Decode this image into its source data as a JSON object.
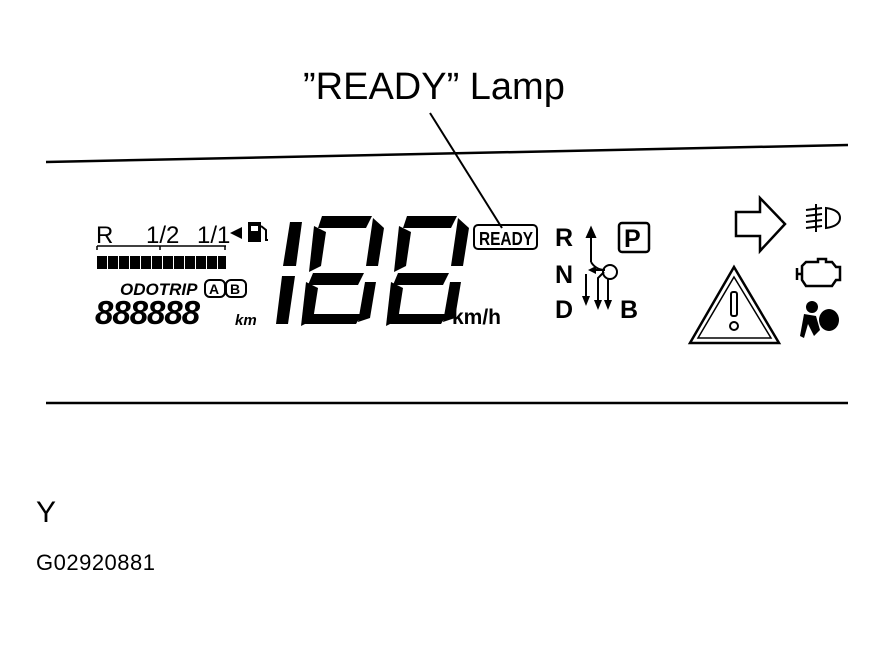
{
  "callout": {
    "label": "”READY” Lamp"
  },
  "cluster": {
    "fuel_scale": {
      "r": "R",
      "half": "1/2",
      "full": "1/1"
    },
    "odotrip": {
      "label": "ODOTRIP",
      "a": "A",
      "b": "B"
    },
    "odometer": {
      "digits": "888888",
      "unit": "km"
    },
    "speedometer": {
      "digits": "188",
      "unit": "km/h"
    },
    "ready_indicator": "READY",
    "shift": {
      "r": "R",
      "n": "N",
      "d": "D",
      "b": "B",
      "p": "P"
    },
    "icons": [
      "turn-signal-arrow",
      "fog-lamp",
      "master-warning-triangle",
      "check-engine",
      "airbag"
    ]
  },
  "footer": {
    "axis_letter": "Y",
    "figure_code": "G02920881"
  }
}
